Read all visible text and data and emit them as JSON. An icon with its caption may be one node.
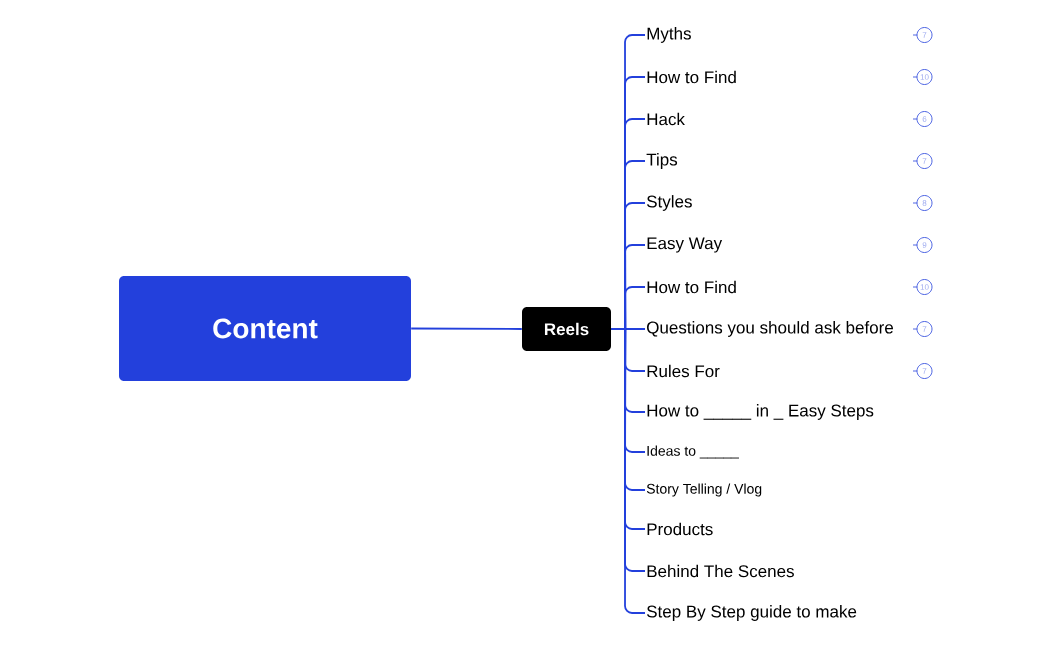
{
  "diagram": {
    "nodes": [
      {
        "text": [
          "Content"
        ]
      },
      {
        "text": [
          "Reels"
        ]
      },
      {
        "text": [
          "Myths"
        ]
      },
      {
        "text": [
          "How to Find"
        ]
      },
      {
        "text": [
          "Hack"
        ]
      },
      {
        "text": [
          "Tips"
        ]
      },
      {
        "text": [
          "Styles"
        ]
      },
      {
        "text": [
          "Easy Way"
        ]
      },
      {
        "text": [
          "How to Find"
        ]
      },
      {
        "text": [
          "Questions you should ask before"
        ]
      },
      {
        "text": [
          "Rules For"
        ]
      },
      {
        "text": [
          "How to _____ in _ Easy Steps"
        ]
      },
      {
        "text": [
          "Ideas to _____"
        ]
      },
      {
        "text": [
          "Story Telling / Vlog"
        ]
      },
      {
        "text": [
          "Products"
        ]
      },
      {
        "text": [
          "Behind The Scenes"
        ]
      },
      {
        "text": [
          "Step By Step guide to make"
        ]
      }
    ],
    "edges": [
      {
        "from": 0,
        "to": 1,
        "arrow": "none"
      },
      {
        "from": 1,
        "to": 2,
        "arrow": "none"
      },
      {
        "from": 1,
        "to": 3,
        "arrow": "none"
      },
      {
        "from": 1,
        "to": 4,
        "arrow": "none"
      },
      {
        "from": 1,
        "to": 5,
        "arrow": "none"
      },
      {
        "from": 1,
        "to": 6,
        "arrow": "none"
      },
      {
        "from": 1,
        "to": 7,
        "arrow": "none"
      },
      {
        "from": 1,
        "to": 8,
        "arrow": "none"
      },
      {
        "from": 1,
        "to": 9,
        "arrow": "none"
      },
      {
        "from": 1,
        "to": 10,
        "arrow": "none"
      },
      {
        "from": 1,
        "to": 11,
        "arrow": "none"
      },
      {
        "from": 1,
        "to": 12,
        "arrow": "none"
      },
      {
        "from": 1,
        "to": 13,
        "arrow": "none"
      },
      {
        "from": 1,
        "to": 14,
        "arrow": "none"
      },
      {
        "from": 1,
        "to": 15,
        "arrow": "none"
      },
      {
        "from": 1,
        "to": 16,
        "arrow": "none"
      }
    ],
    "labels": [
      "7",
      "10",
      "6",
      "7",
      "8",
      "9",
      "10",
      "7",
      "7"
    ]
  }
}
